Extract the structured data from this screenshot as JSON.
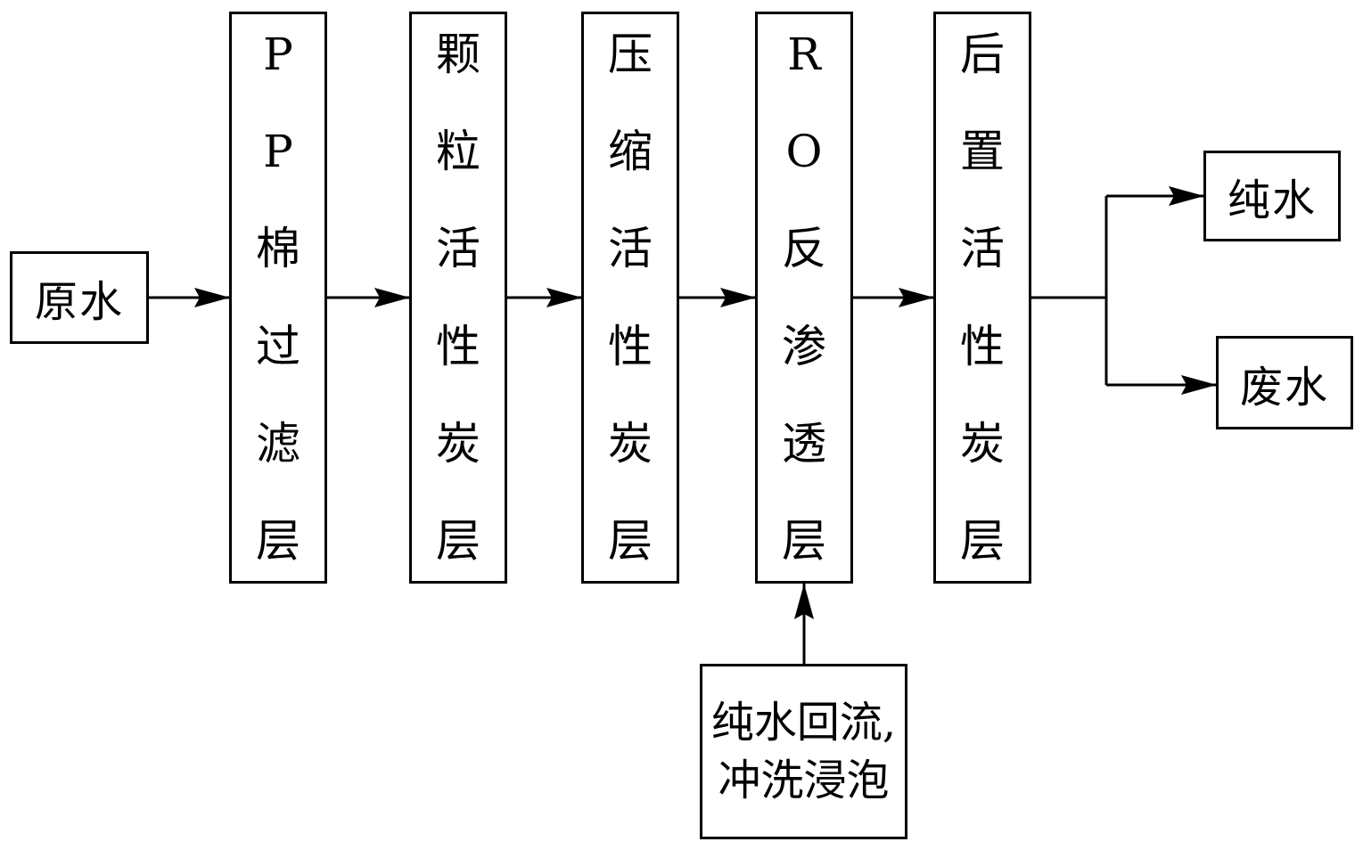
{
  "nodes": {
    "raw_water": "原水",
    "pp_cotton": [
      "P",
      "P",
      "棉",
      "过",
      "滤",
      "层"
    ],
    "granular_carbon": [
      "颗",
      "粒",
      "活",
      "性",
      "炭",
      "层"
    ],
    "compressed_carbon": [
      "压",
      "缩",
      "活",
      "性",
      "炭",
      "层"
    ],
    "ro_membrane": [
      "R",
      "O",
      "反",
      "渗",
      "透",
      "层"
    ],
    "post_carbon": [
      "后",
      "置",
      "活",
      "性",
      "炭",
      "层"
    ],
    "pure_water": "纯水",
    "waste_water": "废水",
    "backflush": [
      "纯水回流,",
      "冲洗浸泡"
    ]
  },
  "edges": [
    {
      "from": "raw_water",
      "to": "pp_cotton"
    },
    {
      "from": "pp_cotton",
      "to": "granular_carbon"
    },
    {
      "from": "granular_carbon",
      "to": "compressed_carbon"
    },
    {
      "from": "compressed_carbon",
      "to": "ro_membrane"
    },
    {
      "from": "ro_membrane",
      "to": "post_carbon"
    },
    {
      "from": "post_carbon",
      "to": "pure_water"
    },
    {
      "from": "post_carbon",
      "to": "waste_water"
    },
    {
      "from": "backflush",
      "to": "ro_membrane"
    }
  ],
  "colors": {
    "stroke": "#000000",
    "background": "#ffffff"
  }
}
